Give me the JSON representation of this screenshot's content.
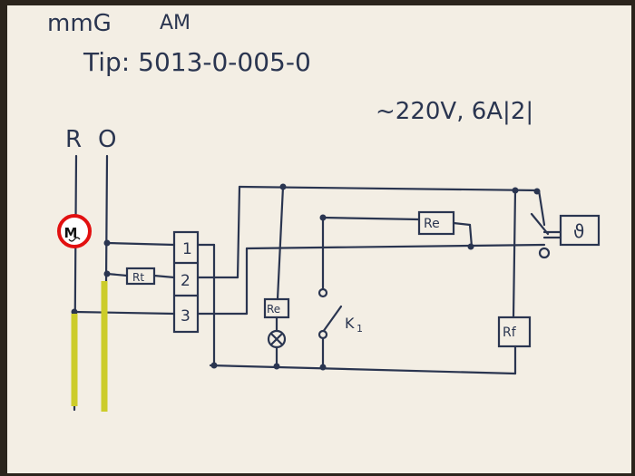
{
  "header": {
    "brand": "mmG",
    "model_label": "AM",
    "type_line": "Tip: 5013-0-005-0",
    "rating": "~220V, 6A|2|"
  },
  "supply": {
    "phase": "R",
    "neutral": "O"
  },
  "motor": {
    "label": "M"
  },
  "terminal_block": {
    "terminals": [
      "1",
      "2",
      "3"
    ]
  },
  "components": {
    "resistor_rt": "Rt",
    "resistor_re_top": "Re",
    "resistor_re_lamp": "Re",
    "resistor_rf": "Rf",
    "switch": "K",
    "switch_sub": "1",
    "thermostat_symbol": "ϑ"
  },
  "colors": {
    "paper": "#f3eee4",
    "ink": "#2a3550",
    "highlight": "#cccc2a",
    "motor_ring": "#e21010"
  }
}
